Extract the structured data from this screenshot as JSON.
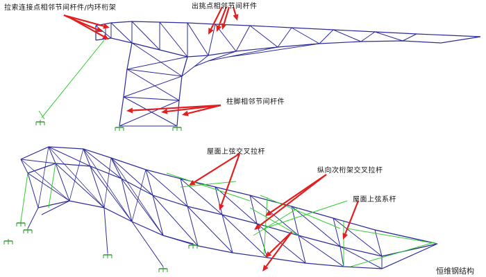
{
  "labels": {
    "top_left": "拉索连接点相邻节间杆件/内环桁架",
    "top_center": "出挑点相邻节间杆件",
    "top_mid": "柱脚相邻节间杆件",
    "bot_roof_cross": "屋面上弦交叉拉杆",
    "bot_long_cross": "纵向次桁架交叉拉杆",
    "bot_roof_tie": "屋面上弦系杆"
  },
  "watermark": "恒维钢结构",
  "colors": {
    "member": "#2a2a9a",
    "brace": "#33cc33",
    "arrow": "#e02020",
    "support": "#2f9a2f"
  }
}
